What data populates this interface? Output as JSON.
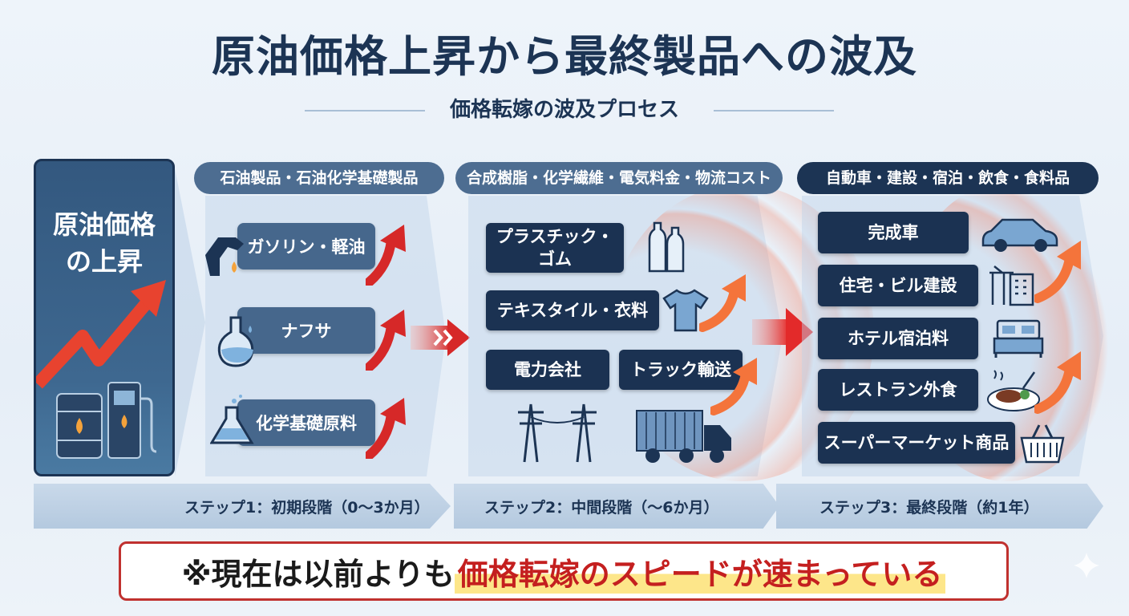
{
  "title": "原油価格上昇から最終製品への波及",
  "subtitle": "価格転嫁の波及プロセス",
  "origin": {
    "title_line1": "原油価格",
    "title_line2": "の上昇"
  },
  "stage1": {
    "category": "石油製品・石油化学基礎製品",
    "items": [
      "ガソリン・軽油",
      "ナフサ",
      "化学基礎原料"
    ]
  },
  "stage2": {
    "category": "合成樹脂・化学繊維・電気料金・物流コスト",
    "items": [
      "プラスチック・",
      "ゴム",
      "テキスタイル・衣料",
      "電力会社",
      "トラック輸送"
    ]
  },
  "stage3": {
    "category": "自動車・建設・宿泊・飲食・食料品",
    "items": [
      "完成車",
      "住宅・ビル建設",
      "ホテル宿泊料",
      "レストラン外食",
      "スーパーマーケット商品"
    ]
  },
  "steps": [
    "ステップ1：初期段階（0〜3か月）",
    "ステップ2：中間段階（〜6か月）",
    "ステップ3：最終段階（約1年）"
  ],
  "banner": {
    "prefix": "※現在は以前よりも",
    "highlight": "価格転嫁のスピードが速まっている"
  },
  "colors": {
    "navy": "#1c3454",
    "accent_red": "#d62828",
    "accent_orange": "#f4743b",
    "highlight": "#fde68a"
  },
  "icons": [
    "gas-nozzle-icon",
    "flask-icon",
    "lab-flask-icon",
    "bottles-icon",
    "tshirt-icon",
    "power-pylon-icon",
    "truck-icon",
    "car-icon",
    "building-icon",
    "bed-icon",
    "dish-icon",
    "basket-icon",
    "oil-barrel-icon",
    "fuel-pump-icon",
    "trend-up-arrow-icon",
    "sparkle-icon"
  ]
}
